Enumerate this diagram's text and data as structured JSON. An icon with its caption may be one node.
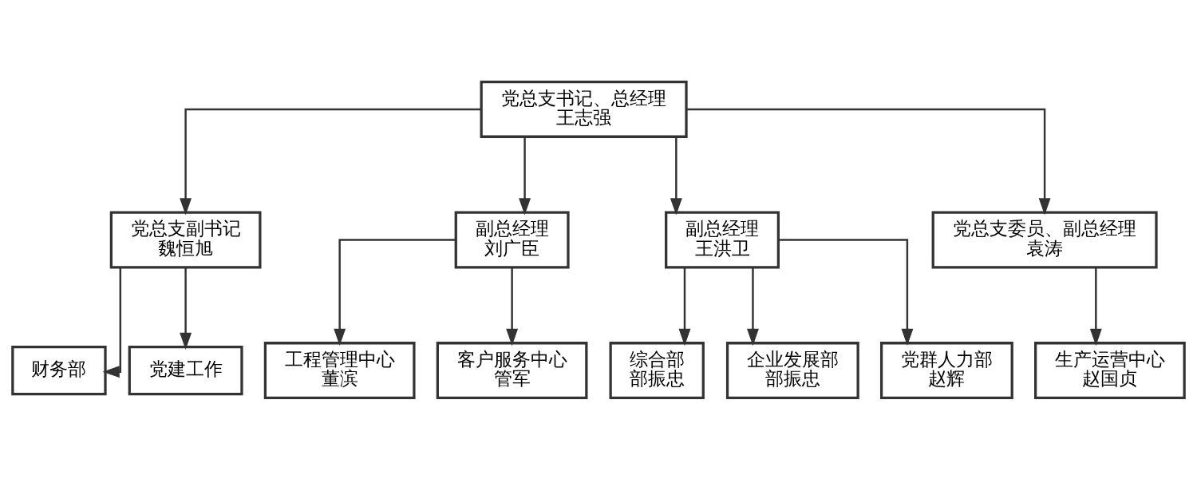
{
  "diagram": {
    "nodes": [
      {
        "text": [
          "党总支书记、总经理",
          "王志强"
        ]
      },
      {
        "text": [
          "党总支副书记",
          "魏恒旭"
        ]
      },
      {
        "text": [
          "副总经理",
          "刘广臣"
        ]
      },
      {
        "text": [
          "副总经理",
          "王洪卫"
        ]
      },
      {
        "text": [
          "党总支委员、副总经理",
          "袁涛"
        ]
      },
      {
        "text": [
          "财务部"
        ]
      },
      {
        "text": [
          "党建工作"
        ]
      },
      {
        "text": [
          "工程管理中心",
          "董滨"
        ]
      },
      {
        "text": [
          "客户服务中心",
          "管军"
        ]
      },
      {
        "text": [
          "综合部",
          "部振忠"
        ]
      },
      {
        "text": [
          "企业发展部",
          "部振忠"
        ]
      },
      {
        "text": [
          "党群人力部",
          "赵辉"
        ]
      },
      {
        "text": [
          "生产运营中心",
          "赵国贞"
        ]
      }
    ],
    "edges": [
      {
        "from": 0,
        "to": 1,
        "arrow": "to"
      },
      {
        "from": 0,
        "to": 2,
        "arrow": "to"
      },
      {
        "from": 0,
        "to": 3,
        "arrow": "to"
      },
      {
        "from": 0,
        "to": 4,
        "arrow": "to"
      },
      {
        "from": 1,
        "to": 5,
        "arrow": "to"
      },
      {
        "from": 1,
        "to": 6,
        "arrow": "to"
      },
      {
        "from": 2,
        "to": 7,
        "arrow": "to"
      },
      {
        "from": 2,
        "to": 8,
        "arrow": "to"
      },
      {
        "from": 3,
        "to": 9,
        "arrow": "to"
      },
      {
        "from": 3,
        "to": 10,
        "arrow": "to"
      },
      {
        "from": 3,
        "to": 11,
        "arrow": "to"
      },
      {
        "from": 4,
        "to": 12,
        "arrow": "to"
      }
    ]
  }
}
